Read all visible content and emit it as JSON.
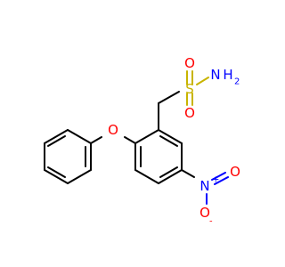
{
  "molecule": {
    "atom_labels": {
      "sulfur": "S",
      "sulfonyl_o_top": "O",
      "sulfonyl_o_bottom": "O",
      "amide_n": "N",
      "amide_h2": "H",
      "amide_h2_sub": "2",
      "ether_o": "O",
      "nitro_n": "N",
      "nitro_n_charge": "+",
      "nitro_o_double": "O",
      "nitro_o_single": "O",
      "nitro_o_charge": "-"
    },
    "colors": {
      "carbon_bond": "#000000",
      "oxygen": "#ff0000",
      "nitrogen": "#0000ff",
      "sulfur": "#c8b400"
    }
  }
}
